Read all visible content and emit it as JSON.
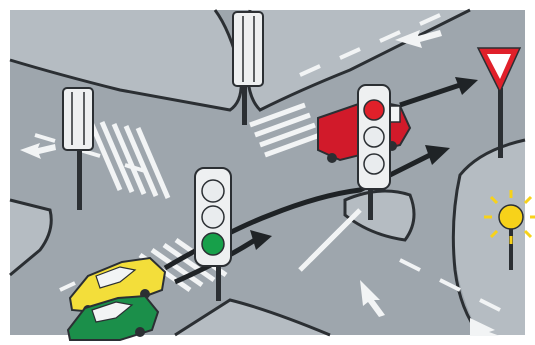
{
  "scene": {
    "subject": "road-intersection-traffic-lights",
    "colors": {
      "border": "#ffffff",
      "pavement": "#9ea6ad",
      "pavement_dark": "#7f878f",
      "sidewalk": "#c3c9ce",
      "curb": "#2b2f33",
      "marking": "#f2f4f5",
      "arrow_path": "#1f2326",
      "light_red": "#e0202a",
      "light_yellow": "#f2d42a",
      "light_green": "#17a04a",
      "light_off": "#e9ecee",
      "truck_red": "#d11a2a",
      "car_yellow": "#f3de3a",
      "car_green": "#1b8f4a",
      "sign_red": "#e0202a",
      "sign_white": "#ffffff",
      "sun_yellow": "#f7d21a"
    },
    "traffic_lights": [
      {
        "name": "left-back-traffic-light",
        "state": "off"
      },
      {
        "name": "back-traffic-light",
        "state": "off"
      },
      {
        "name": "right-traffic-light",
        "state": "red"
      },
      {
        "name": "front-traffic-light",
        "state": "green"
      }
    ],
    "vehicles": [
      {
        "name": "red-truck",
        "color": "red"
      },
      {
        "name": "yellow-car",
        "color": "yellow"
      },
      {
        "name": "green-car",
        "color": "green"
      }
    ],
    "signs": [
      {
        "name": "yield-sign",
        "type": "give-way"
      }
    ]
  }
}
